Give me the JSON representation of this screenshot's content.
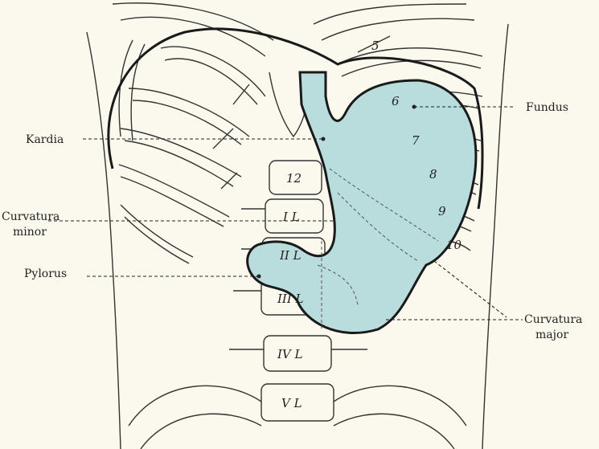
{
  "colors": {
    "background": "#fbf8ee",
    "stomach_fill": "#b9dcdc",
    "outline": "#1a1a1a"
  },
  "labels": {
    "fundus": "Fundus",
    "kardia": "Kardia",
    "curvatura_minor_line1": "Curvatura",
    "curvatura_minor_line2": "minor",
    "pylorus": "Pylorus",
    "curvatura_major_line1": "Curvatura",
    "curvatura_major_line2": "major"
  },
  "rib_numbers": [
    "5",
    "6",
    "7",
    "8",
    "9",
    "10"
  ],
  "vertebrae": [
    "12",
    "I L",
    "II L",
    "III L",
    "IV L",
    "V L"
  ]
}
